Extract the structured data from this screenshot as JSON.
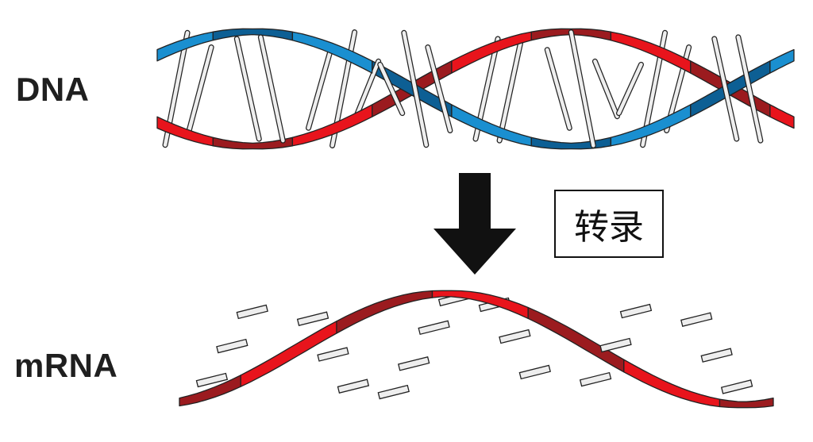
{
  "labels": {
    "dna": "DNA",
    "mrna": "mRNA",
    "process": "转录"
  },
  "colors": {
    "strand_red": "#e8141c",
    "strand_red_dark": "#9b1b1f",
    "strand_blue": "#1a8fd0",
    "strand_blue_dark": "#0d5f94",
    "base_pair": "#eeeeee",
    "outline": "#222222",
    "arrow": "#111111"
  },
  "icons": {
    "arrow": "down-arrow-icon"
  }
}
